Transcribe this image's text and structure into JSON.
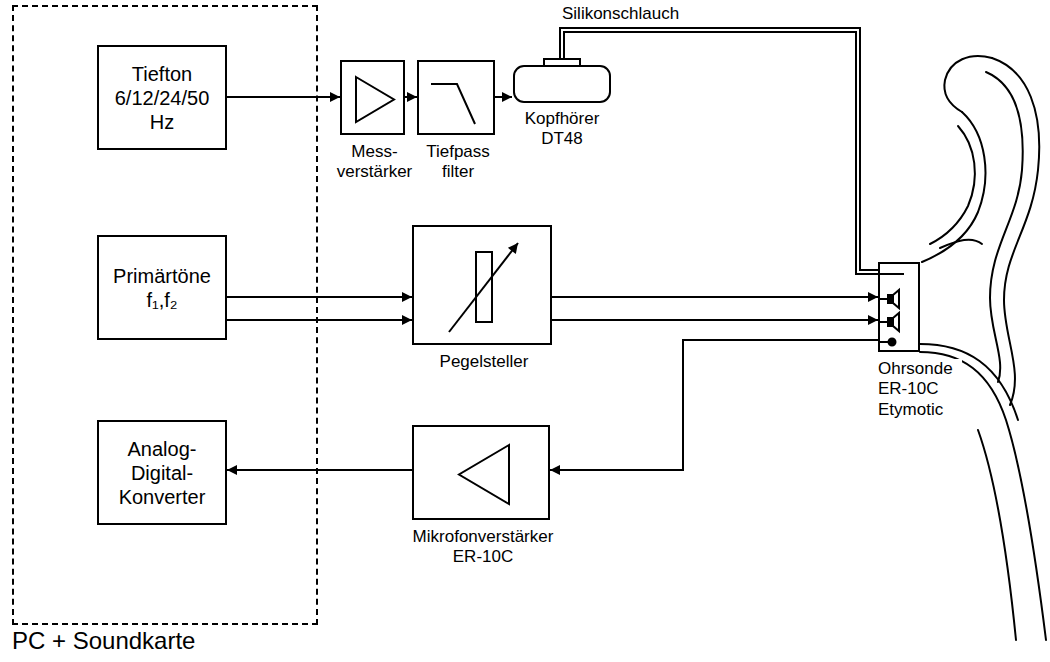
{
  "diagram": {
    "nodes": [
      {
        "text": [
          "PC + Soundkarte"
        ]
      },
      {
        "text": [
          "Tiefton",
          "6/12/24/50 Hz"
        ],
        "in": 0
      },
      {
        "text": [
          "Primärtöne",
          "f₁,f₂"
        ],
        "in": 0
      },
      {
        "text": [
          "Analog- Digital- Konverter"
        ],
        "in": 0
      },
      {
        "text": [
          "Mess- verstärker"
        ]
      },
      {
        "text": [
          "Tiefpass filter"
        ]
      },
      {
        "text": [
          "Kopfhörer DT48"
        ]
      },
      {
        "text": [
          "Pegelsteller"
        ]
      },
      {
        "text": [
          "Mikrofonverstärker ER-10C"
        ]
      },
      {
        "text": [
          "Ohrsonde ER-10C Etymotic"
        ]
      }
    ],
    "edges": [
      {
        "from": 1,
        "to": 4,
        "arrow": "to"
      },
      {
        "from": 4,
        "to": 5,
        "arrow": "to"
      },
      {
        "from": 5,
        "to": 6,
        "arrow": "to"
      },
      {
        "from": 6,
        "to": 9,
        "arrow": "none",
        "label": "Silikonschlauch"
      },
      {
        "from": 2,
        "to": 7,
        "arrow": "to"
      },
      {
        "from": 2,
        "to": 7,
        "arrow": "to"
      },
      {
        "from": 7,
        "to": 9,
        "arrow": "to"
      },
      {
        "from": 7,
        "to": 9,
        "arrow": "to"
      },
      {
        "from": 9,
        "to": 8,
        "arrow": "to"
      },
      {
        "from": 8,
        "to": 3,
        "arrow": "to"
      }
    ]
  }
}
